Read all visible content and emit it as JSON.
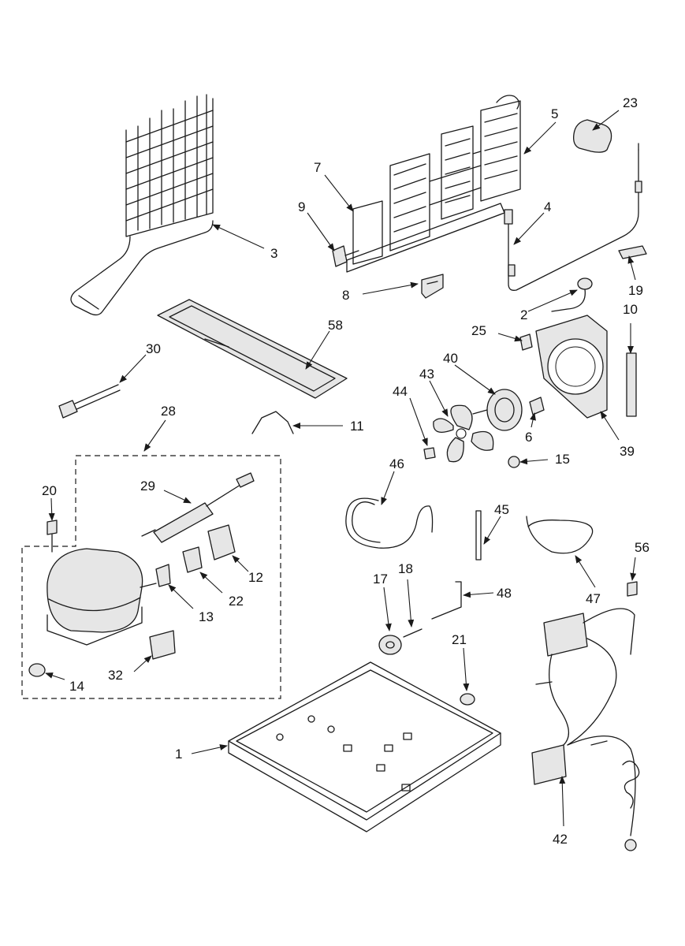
{
  "callouts": {
    "c1": "1",
    "c2": "2",
    "c3": "3",
    "c4": "4",
    "c5": "5",
    "c6": "6",
    "c7": "7",
    "c8": "8",
    "c9": "9",
    "c10": "10",
    "c11": "11",
    "c12": "12",
    "c13": "13",
    "c14": "14",
    "c15": "15",
    "c17": "17",
    "c18": "18",
    "c19": "19",
    "c20": "20",
    "c21": "21",
    "c22": "22",
    "c23": "23",
    "c25": "25",
    "c28": "28",
    "c29": "29",
    "c30": "30",
    "c32": "32",
    "c39": "39",
    "c40": "40",
    "c42": "42",
    "c43": "43",
    "c44": "44",
    "c45": "45",
    "c46": "46",
    "c47": "47",
    "c48": "48",
    "c56": "56",
    "c58": "58"
  }
}
